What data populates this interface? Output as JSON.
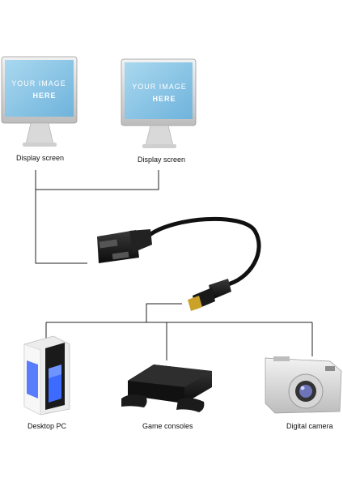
{
  "monitors": [
    {
      "screen_line1": "YOUR IMAGE",
      "screen_line2": "HERE",
      "label": "Display screen"
    },
    {
      "screen_line1": "YOUR IMAGE",
      "screen_line2": "HERE",
      "label": "Display screen"
    }
  ],
  "devices": [
    {
      "label": "Desktop PC",
      "icon": "desktop-pc-icon"
    },
    {
      "label": "Game consoles",
      "icon": "game-console-icon"
    },
    {
      "label": "Digital camera",
      "icon": "digital-camera-icon"
    }
  ],
  "adapter": {
    "icon": "hdmi-splitter-cable-icon"
  },
  "colors": {
    "screen": "#8ec7e6",
    "line": "#222222",
    "cable": "#111111",
    "pc_glow": "#3d6bff"
  }
}
